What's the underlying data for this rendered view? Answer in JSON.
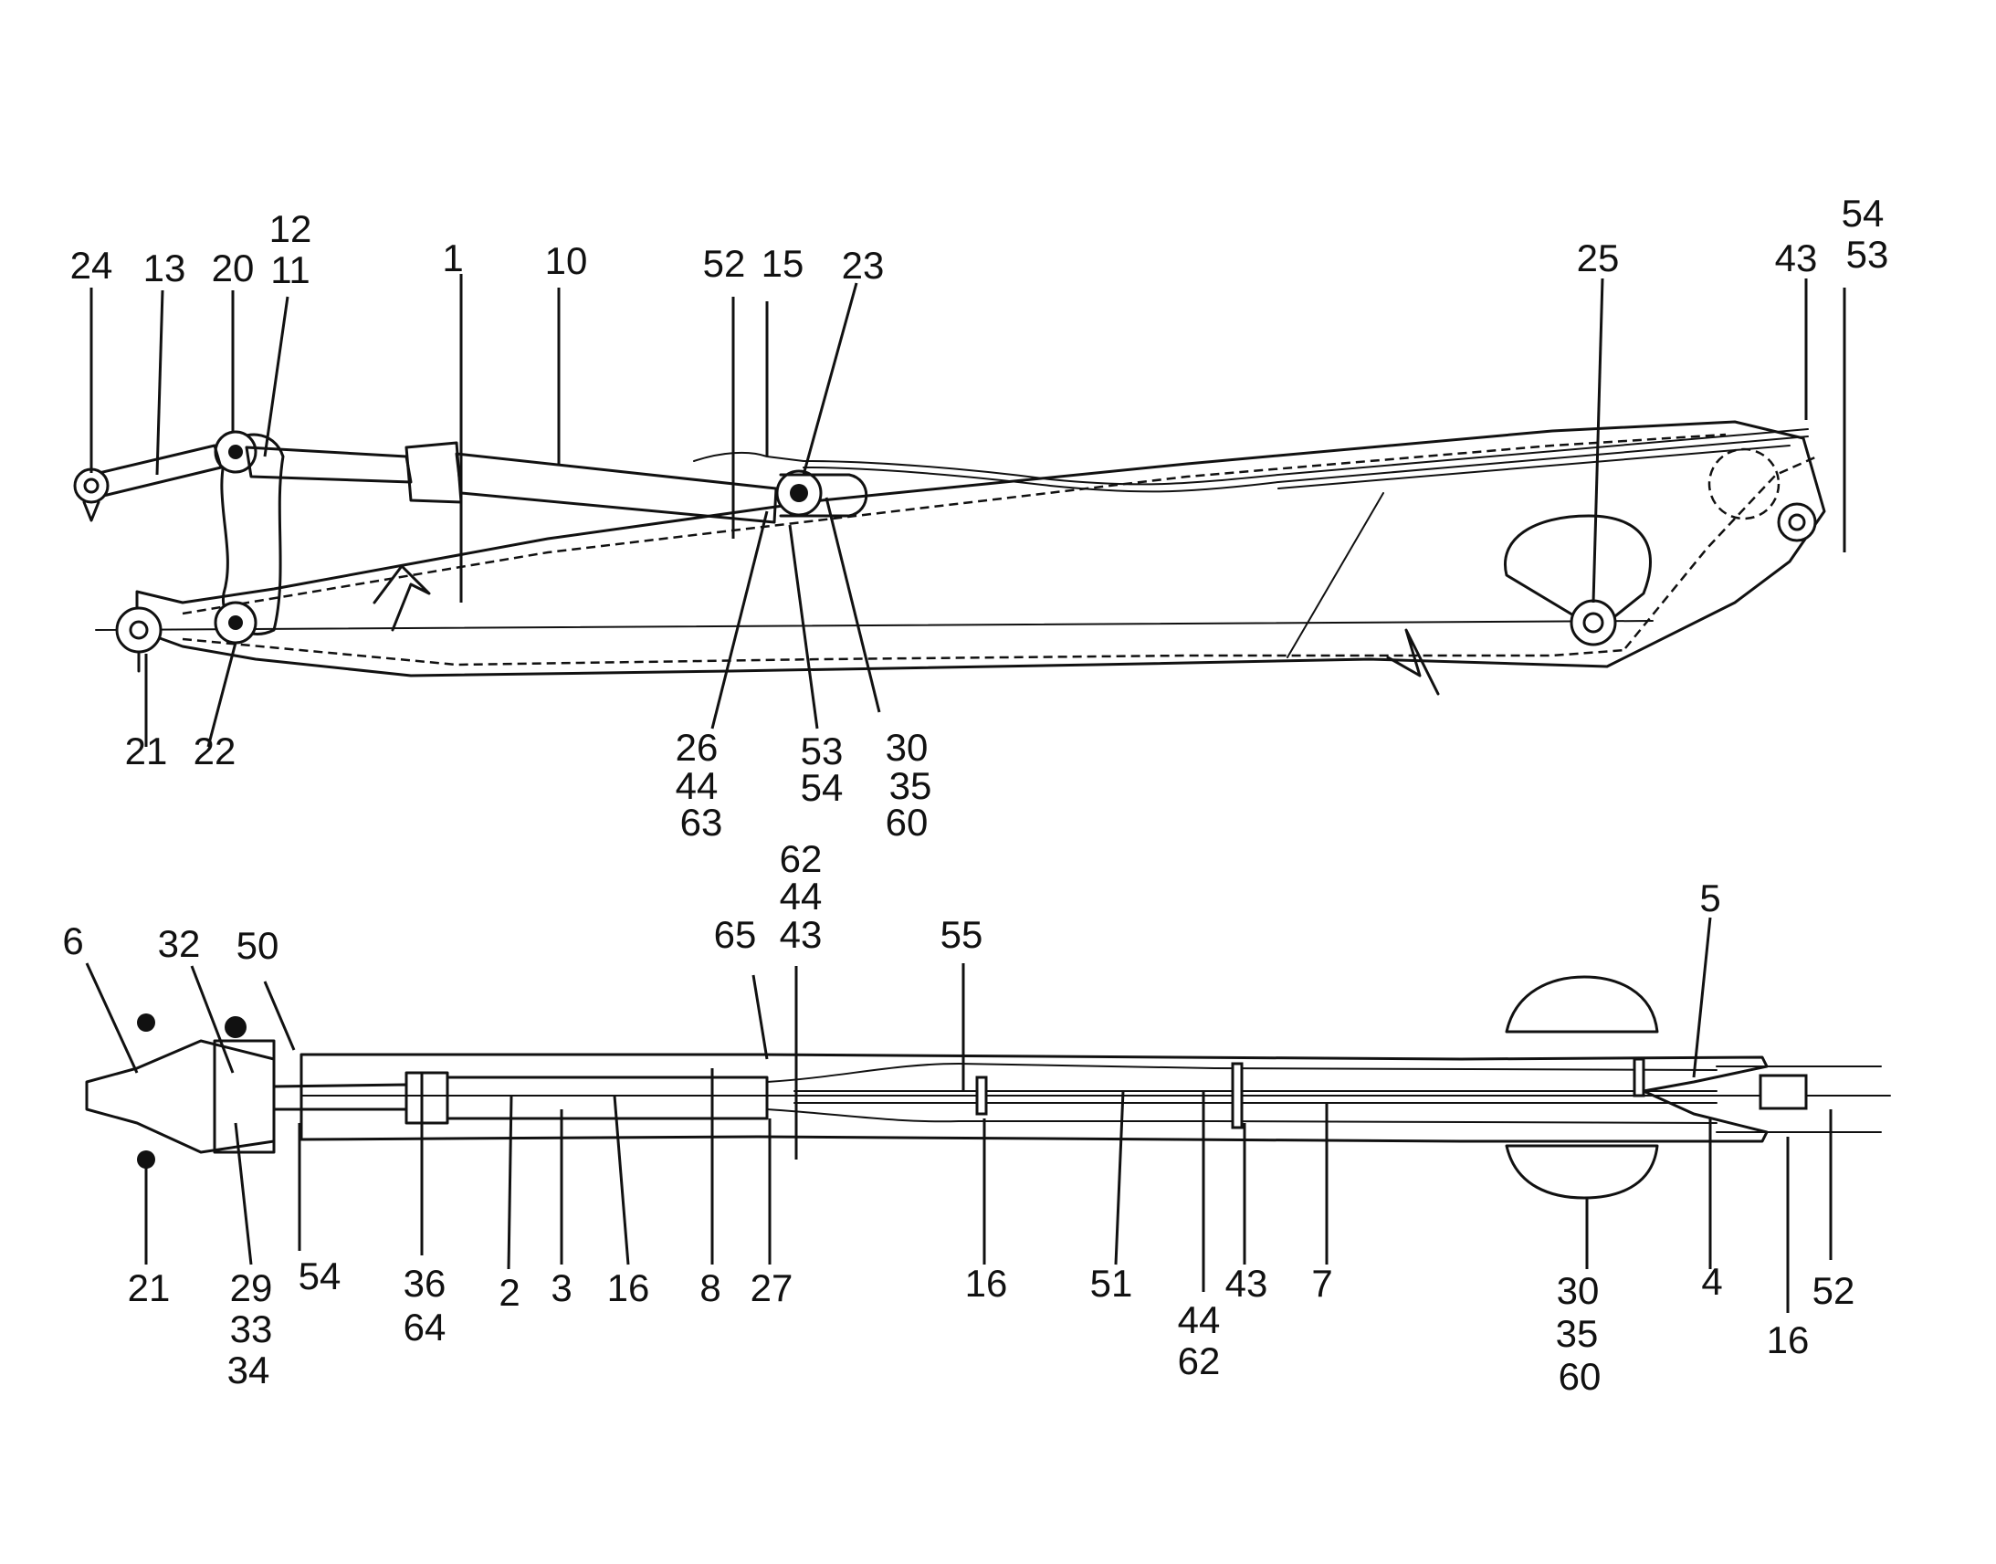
{
  "side_view": {
    "labels": [
      "24",
      "13",
      "20",
      "12",
      "11",
      "1",
      "10",
      "52",
      "15",
      "23",
      "25",
      "43",
      "54",
      "53",
      "21",
      "22",
      "26",
      "44",
      "63",
      "53",
      "54",
      "30",
      "35",
      "60"
    ]
  },
  "top_view": {
    "labels": [
      "6",
      "32",
      "50",
      "65",
      "62",
      "44",
      "43",
      "55",
      "5",
      "21",
      "29",
      "33",
      "34",
      "54",
      "36",
      "64",
      "2",
      "3",
      "16",
      "8",
      "27",
      "16",
      "51",
      "44",
      "62",
      "43",
      "7",
      "30",
      "35",
      "60",
      "4",
      "16",
      "52"
    ]
  }
}
